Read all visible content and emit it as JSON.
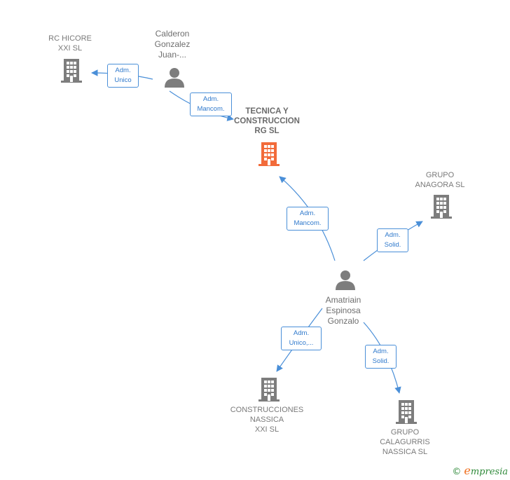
{
  "nodes": {
    "rc_hicore": [
      "RC HICORE",
      "XXI SL"
    ],
    "calderon": [
      "Calderon",
      "Gonzalez",
      "Juan-..."
    ],
    "tecnica": [
      "TECNICA Y",
      "CONSTRUCCION",
      "RG SL"
    ],
    "grupo_anagora": [
      "GRUPO",
      "ANAGORA SL"
    ],
    "amatriain": [
      "Amatriain",
      "Espinosa",
      "Gonzalo"
    ],
    "construcciones_nassica": [
      "CONSTRUCCIONES",
      "NASSICA",
      "XXI SL"
    ],
    "grupo_calagurris": [
      "GRUPO",
      "CALAGURRIS",
      "NASSICA SL"
    ]
  },
  "edges": {
    "calderon_rc": [
      "Adm.",
      "Unico"
    ],
    "calderon_tecnica": [
      "Adm.",
      "Mancom."
    ],
    "amatriain_tecnica": [
      "Adm.",
      "Mancom."
    ],
    "amatriain_anagora": [
      "Adm.",
      "Solid."
    ],
    "amatriain_construcciones": [
      "Adm.",
      "Unico,..."
    ],
    "amatriain_calagurris": [
      "Adm.",
      "Solid."
    ]
  },
  "footer": {
    "copyright": "©",
    "brand_initial": "e",
    "brand_rest": "mpresia"
  },
  "colors": {
    "main_company": "#f26b3a",
    "company": "#7d7d7d",
    "person": "#7d7d7d",
    "edge": "#4a8fd8"
  }
}
